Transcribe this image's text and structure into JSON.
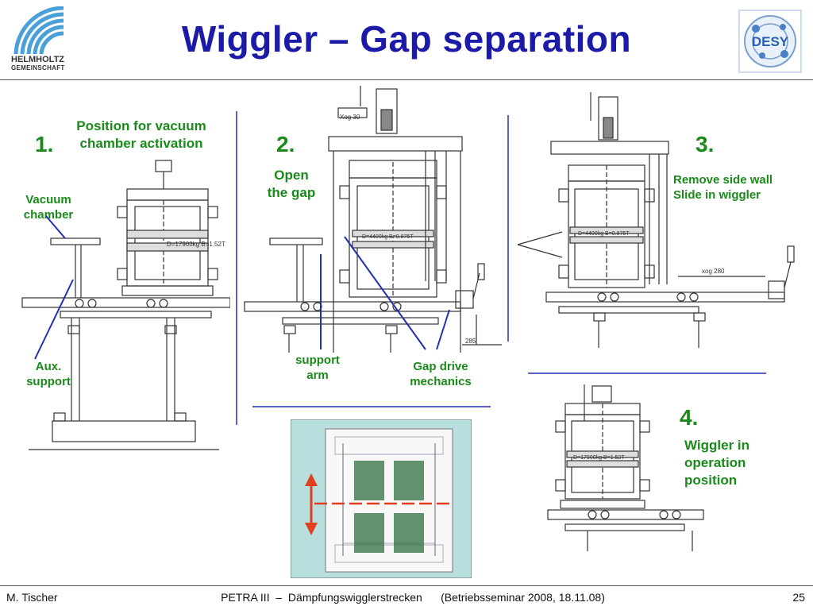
{
  "header": {
    "title": "Wiggler  –  Gap separation",
    "helmholtz_line1": "HELMHOLTZ",
    "helmholtz_line2": "GEMEINSCHAFT",
    "desy_logo_text": "DESY"
  },
  "panels": {
    "p1": {
      "number": "1.",
      "caption_line1": "Position for vacuum",
      "caption_line2": "chamber activation",
      "label_vacuum_1": "Vacuum",
      "label_vacuum_2": "chamber",
      "label_aux_1": "Aux.",
      "label_aux_2": "support",
      "dim_text": "D=17900kg  B=1.52T"
    },
    "p2": {
      "number": "2.",
      "caption_line1": "Open",
      "caption_line2": "the gap",
      "label_support_1": "support",
      "label_support_2": "arm",
      "label_gap_1": "Gap drive",
      "label_gap_2": "mechanics",
      "dim_top": "Xog 30",
      "dim_side": "285",
      "dim_text": "D=4400kg  B=0.875T"
    },
    "p3": {
      "number": "3.",
      "caption_line1": "Remove side wall",
      "caption_line2": "Slide in wiggler",
      "dim_side": "xog 280",
      "dim_text": "D=4400kg  B=0.875T"
    },
    "p4": {
      "number": "4.",
      "caption_line1": "Wiggler in",
      "caption_line2": "operation",
      "caption_line3": "position",
      "dim_text": "D=17900kg  B=1.52T"
    }
  },
  "footer": {
    "author": "M. Tischer",
    "event": "PETRA III  –  Dämpfungswigglerstrecken      (Betriebsseminar 2008, 18.11.08)",
    "page": "25"
  },
  "colors": {
    "title": "#1b1ba8",
    "label_green": "#1a8a1a",
    "pointer_blue": "#2030b0",
    "inset_bg": "#b8dede",
    "gap_arrow": "#e04020"
  }
}
